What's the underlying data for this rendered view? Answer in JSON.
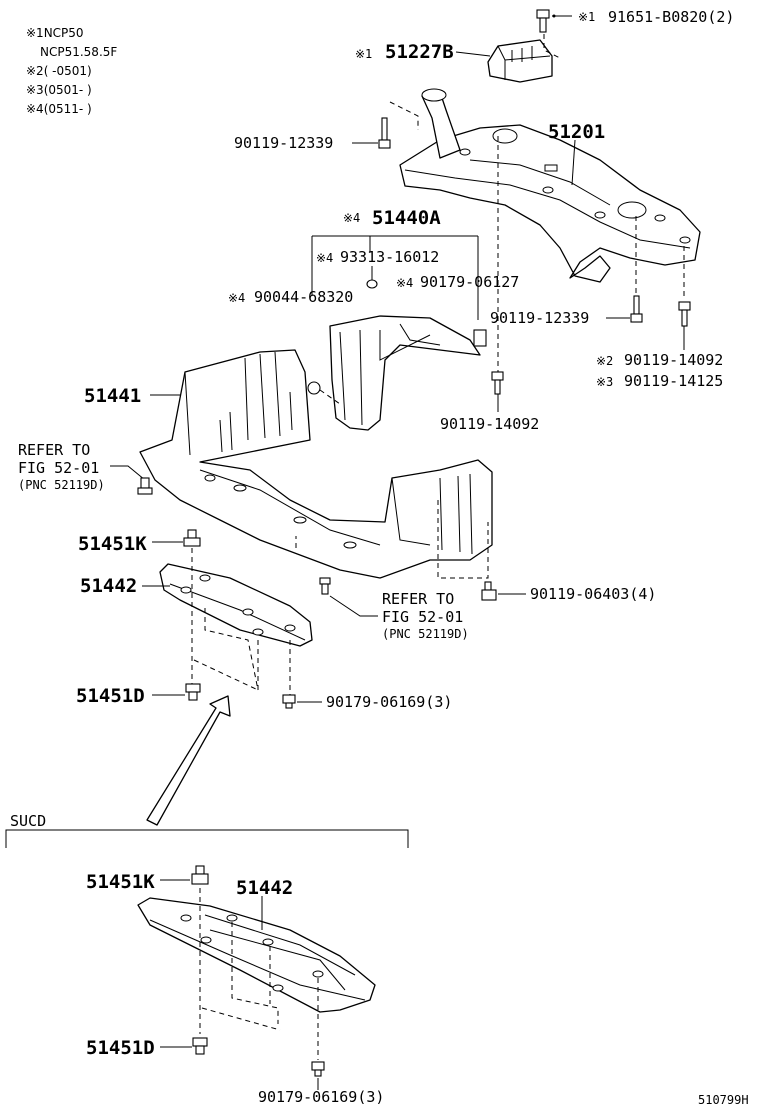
{
  "notes": {
    "line1": "※1NCP50",
    "line2": "NCP51.58.5F",
    "line3": "※2(     -0501)",
    "line4": "※3(0501-     )",
    "line5": "※4(0511-     )"
  },
  "parts": {
    "p91651": "91651-B0820(2)",
    "p91651_mark": "※1",
    "p51227b": "51227B",
    "p51227b_mark": "※1",
    "p51201": "51201",
    "p90119_12339_a": "90119-12339",
    "p51440a": "51440A",
    "p51440a_mark": "※4",
    "p93313": "93313-16012",
    "p93313_mark": "※4",
    "p90179_06127": "90179-06127",
    "p90179_06127_mark": "※4",
    "p90044": "90044-68320",
    "p90044_mark": "※4",
    "p90119_12339_b": "90119-12339",
    "p90119_14092_a": "90119-14092",
    "p90119_14092_a_mark": "※2",
    "p90119_14125": "90119-14125",
    "p90119_14125_mark": "※3",
    "p51441": "51441",
    "p90119_14092_b": "90119-14092",
    "p51451k": "51451K",
    "p51442": "51442",
    "p90119_06403": "90119-06403(4)",
    "p51451d": "51451D",
    "p90179_06169": "90179-06169(3)"
  },
  "refer_left": {
    "line1": "REFER TO",
    "line2": "FIG 52-01",
    "line3": "(PNC 52119D)"
  },
  "refer_mid": {
    "line1": "REFER TO",
    "line2": "FIG 52-01",
    "line3": "(PNC 52119D)"
  },
  "sucd": {
    "label": "SUCD",
    "p51451k": "51451K",
    "p51442": "51442",
    "p51451d": "51451D",
    "p90179_06169": "90179-06169(3)"
  },
  "figure_code": "510799H"
}
